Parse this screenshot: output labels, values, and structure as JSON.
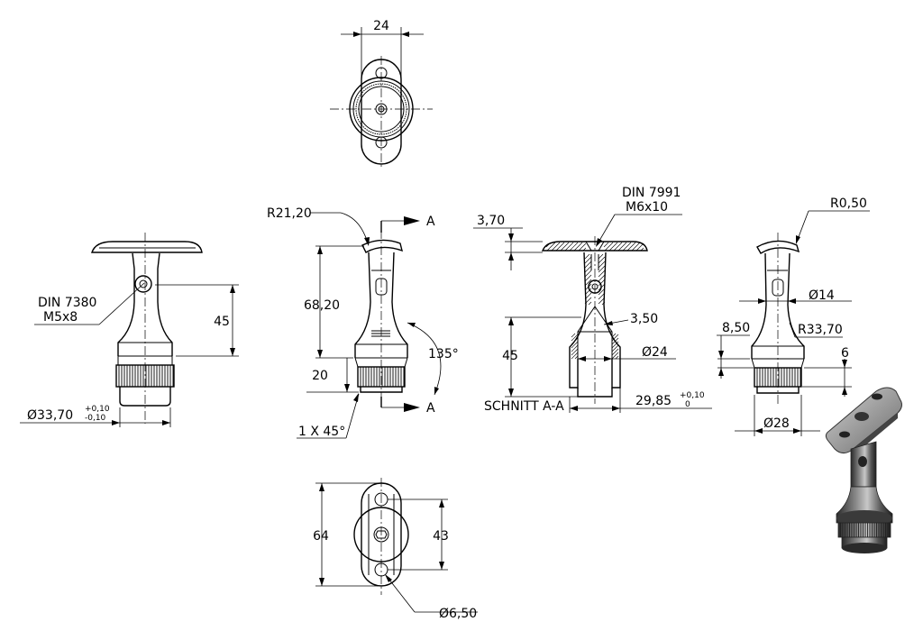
{
  "drawing": {
    "top_view": {
      "width_dim": "24"
    },
    "left_view": {
      "label_line1": "DIN 7380",
      "label_line2": "M5x8",
      "height_dim": "45",
      "diameter_dim": "Ø33,70",
      "tol_upper": "+0,10",
      "tol_lower": "-0,10"
    },
    "front_view": {
      "radius_dim": "R21,20",
      "height_dim": "68,20",
      "knurl_dim": "20",
      "angle_dim": "135°",
      "chamfer_dim": "1 X 45°",
      "section_marker_top": "A",
      "section_marker_bottom": "A"
    },
    "section_view": {
      "label_line1": "DIN 7991",
      "label_line2": "M6x10",
      "plate_dim": "3,70",
      "wall_dim": "3,50",
      "height_dim": "45",
      "bore_dim": "Ø24",
      "depth_dim": "29,85",
      "tol_upper": "+0,10",
      "tol_lower": "0",
      "title": "SCHNITT A-A"
    },
    "side_view": {
      "radius_dim": "R0,50",
      "neck_dim": "Ø14",
      "height_dim": "8,50",
      "fillet_dim": "R33,70",
      "knurl_dim": "6",
      "diameter_dim": "Ø28"
    },
    "bottom_view": {
      "length_dim": "64",
      "hole_spacing_dim": "43",
      "hole_dim": "Ø6,50"
    }
  }
}
